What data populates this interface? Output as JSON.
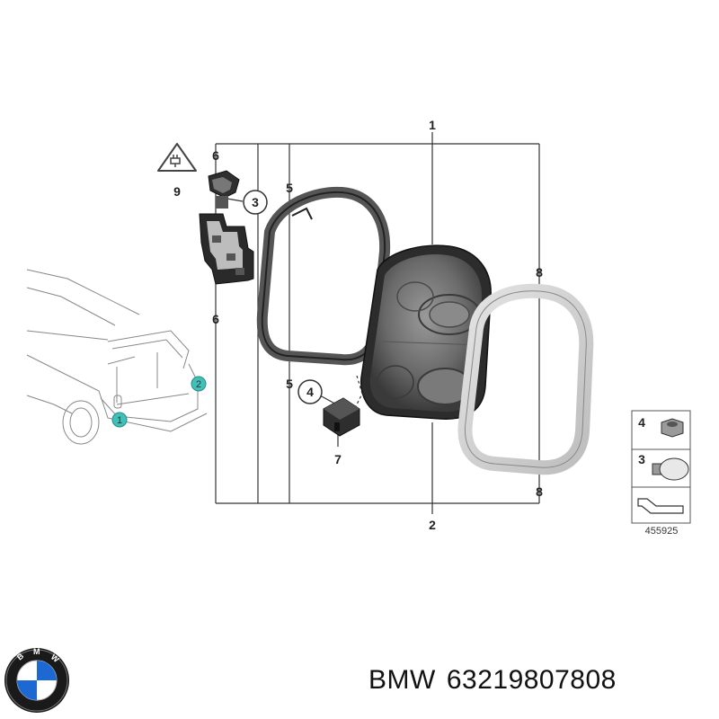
{
  "callouts": {
    "c1": "1",
    "c2": "2",
    "c3": "3",
    "c4": "4",
    "c5a": "5",
    "c5b": "5",
    "c6a": "6",
    "c6b": "6",
    "c7": "7",
    "c8a": "8",
    "c8b": "8",
    "c9": "9",
    "car1": "1",
    "car2": "2"
  },
  "legend": {
    "item4": "4",
    "item3": "3",
    "diagram_number": "455925"
  },
  "footer": {
    "brand": "BMW",
    "part_number": "63219807808"
  },
  "colors": {
    "callout_teal": "#3fc1b9",
    "lamp_dark": "#4a4a4a",
    "gasket_light": "#d4d4d4"
  },
  "icons": [
    "warning-plug-icon",
    "bmw-logo-icon",
    "nut-icon",
    "bulb-icon",
    "clip-icon"
  ]
}
